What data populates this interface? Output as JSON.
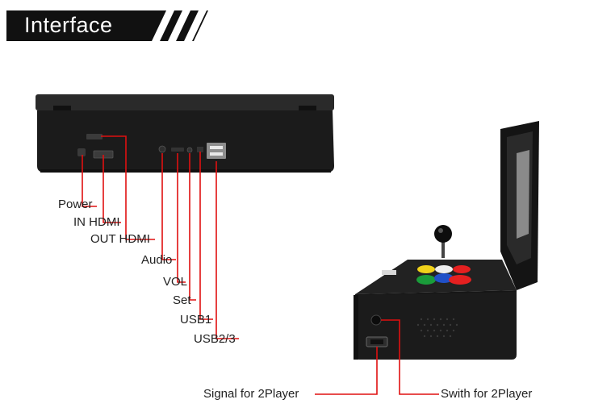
{
  "header": {
    "title": "Interface"
  },
  "ports": {
    "power": "Power",
    "in_hdmi": "IN HDMI",
    "out_hdmi": "OUT HDMI",
    "audio": "Audio",
    "vol": "VOL",
    "set": "Set",
    "usb1": "USB1",
    "usb23": "USB2/3"
  },
  "side_ports": {
    "signal": "Signal for 2Player",
    "switch": "Swith for 2Player"
  },
  "colors": {
    "leader_line": "#e01010",
    "device_body": "#1b1b1b",
    "banner": "#111111"
  }
}
